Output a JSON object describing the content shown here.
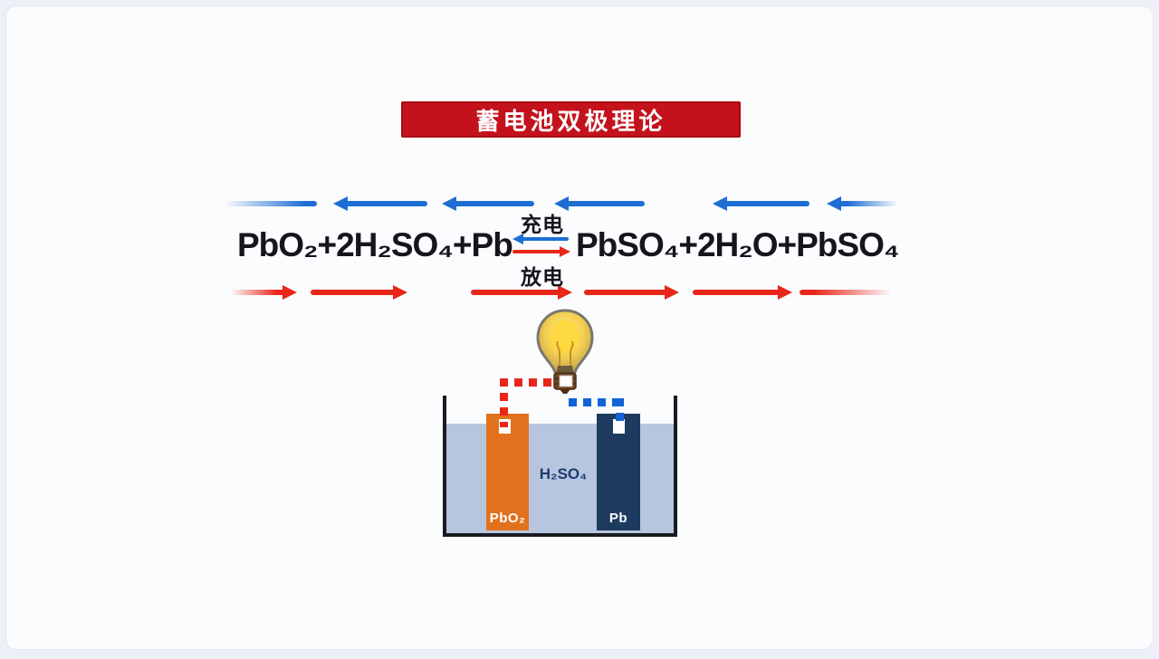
{
  "banner": {
    "text": "蓄电池双极理论"
  },
  "equation": {
    "left_side": "PbO₂+2H₂SO₄+Pb",
    "right_side": "PbSO₄+2H₂O+PbSO₄",
    "charge_label": "充电",
    "discharge_label": "放电"
  },
  "flow": {
    "top_row": {
      "direction": "left",
      "meaning": "充电",
      "arrow_count": 6
    },
    "bottom_row": {
      "direction": "right",
      "meaning": "放电",
      "arrow_count": 6
    }
  },
  "battery": {
    "electrolyte_label": "H₂SO₄",
    "left_electrode_label": "PbO₂",
    "right_electrode_label": "Pb"
  },
  "colors": {
    "banner_red": "#c4121c",
    "arrow_blue": "#1d6ed3",
    "arrow_red": "#e8261a",
    "equation_text": "#15151d",
    "electrolyte_text": "#1d3a72",
    "electrode_orange": "#e2711d",
    "electrode_navy": "#1c3b5e",
    "liquid_blue": "#b7c6de",
    "container_outline": "#191b20"
  }
}
